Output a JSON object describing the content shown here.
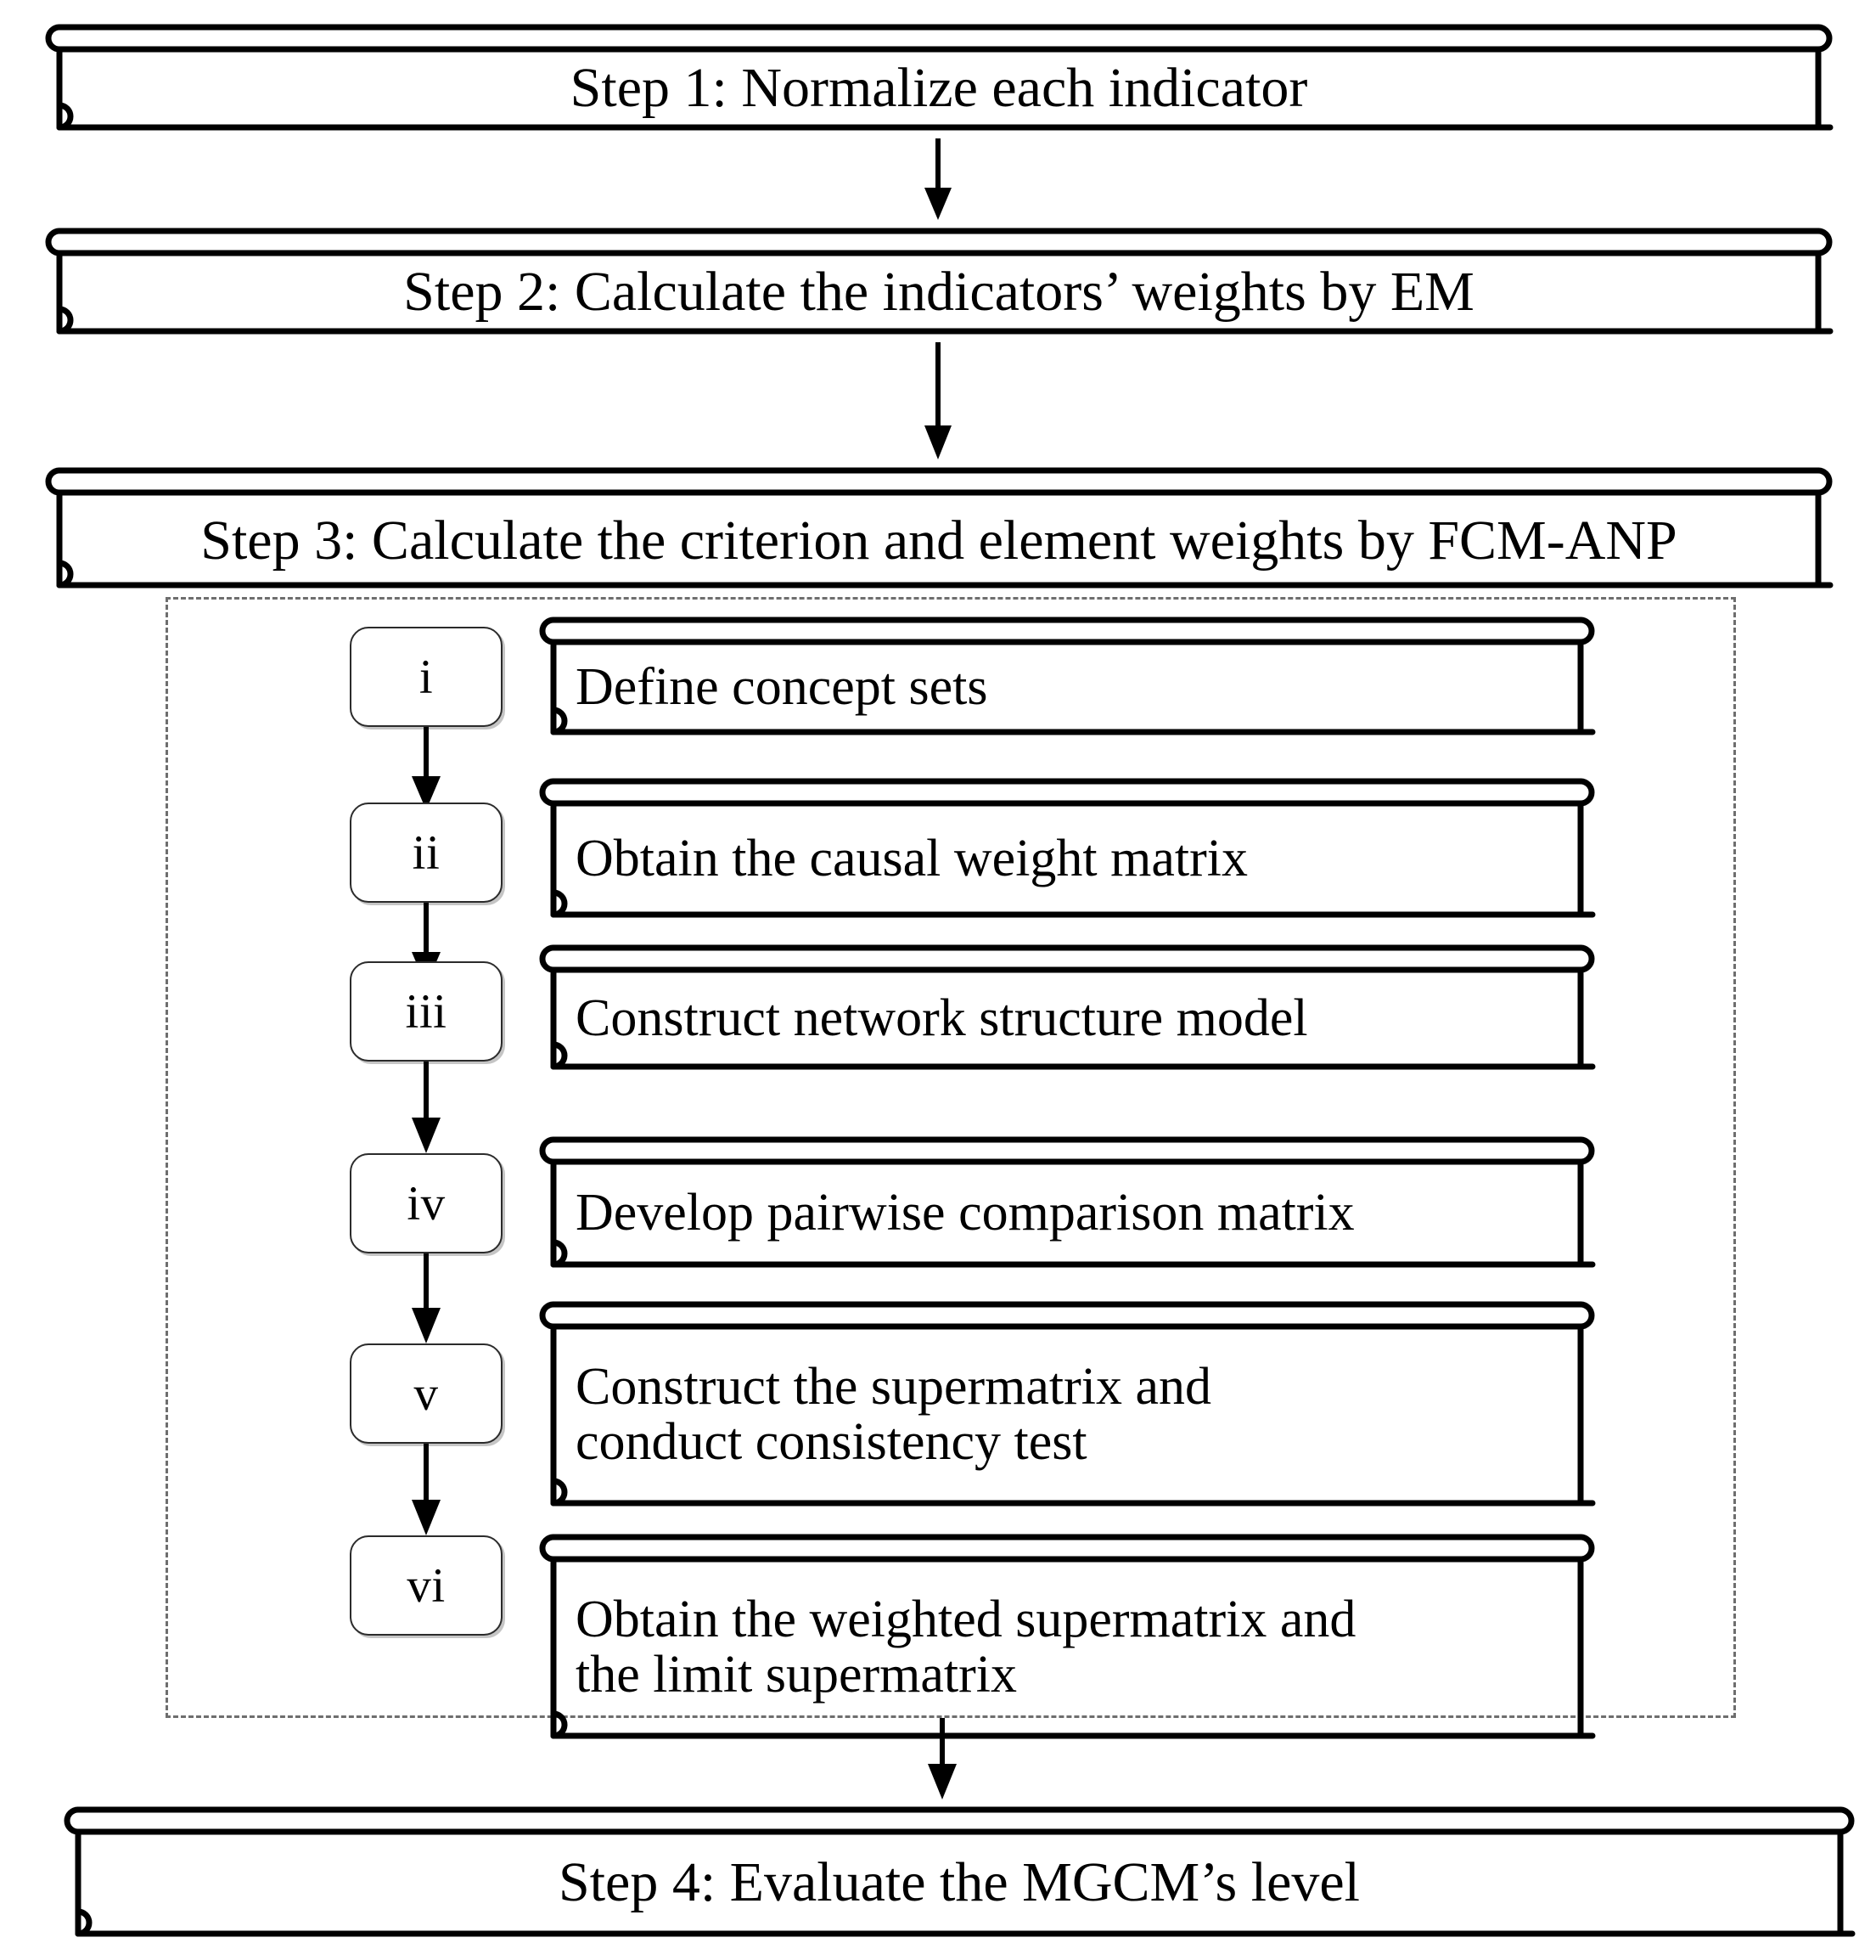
{
  "diagram": {
    "title": "Evaluation procedure flowchart",
    "colors": {
      "stroke": "#000000",
      "dashed_group_stroke": "#6e6e6e",
      "roman_box_stroke": "#2b2b2b",
      "roman_box_shadow": "#969696",
      "background": "#ffffff"
    },
    "main_steps": [
      {
        "id": "step-1",
        "label": "Step 1: Normalize each indicator"
      },
      {
        "id": "step-2",
        "label": "Step 2: Calculate the indicators’ weights by EM"
      },
      {
        "id": "step-3",
        "label": "Step 3: Calculate the criterion and element weights by FCM-ANP"
      },
      {
        "id": "step-4",
        "label": "Step 4: Evaluate the MGCM’s level"
      }
    ],
    "substeps": [
      {
        "numeral": "i",
        "label": "Define concept sets"
      },
      {
        "numeral": "ii",
        "label": "Obtain the causal weight matrix"
      },
      {
        "numeral": "iii",
        "label": "Construct network structure model"
      },
      {
        "numeral": "iv",
        "label": "Develop pairwise comparison matrix"
      },
      {
        "numeral": "v",
        "label": "Construct the supermatrix and\nconduct consistency test"
      },
      {
        "numeral": "vi",
        "label": "Obtain the weighted supermatrix and\nthe limit supermatrix"
      }
    ],
    "connectors": [
      {
        "id": "arrow-step1-step2",
        "from": "step-1",
        "to": "step-2"
      },
      {
        "id": "arrow-step2-step3",
        "from": "step-2",
        "to": "step-3"
      },
      {
        "id": "arrow-i-ii",
        "from": "i",
        "to": "ii"
      },
      {
        "id": "arrow-ii-iii",
        "from": "ii",
        "to": "iii"
      },
      {
        "id": "arrow-iii-iv",
        "from": "iii",
        "to": "iv"
      },
      {
        "id": "arrow-iv-v",
        "from": "iv",
        "to": "v"
      },
      {
        "id": "arrow-v-vi",
        "from": "v",
        "to": "vi"
      },
      {
        "id": "arrow-group-step4",
        "from": "substep-group",
        "to": "step-4"
      }
    ]
  }
}
